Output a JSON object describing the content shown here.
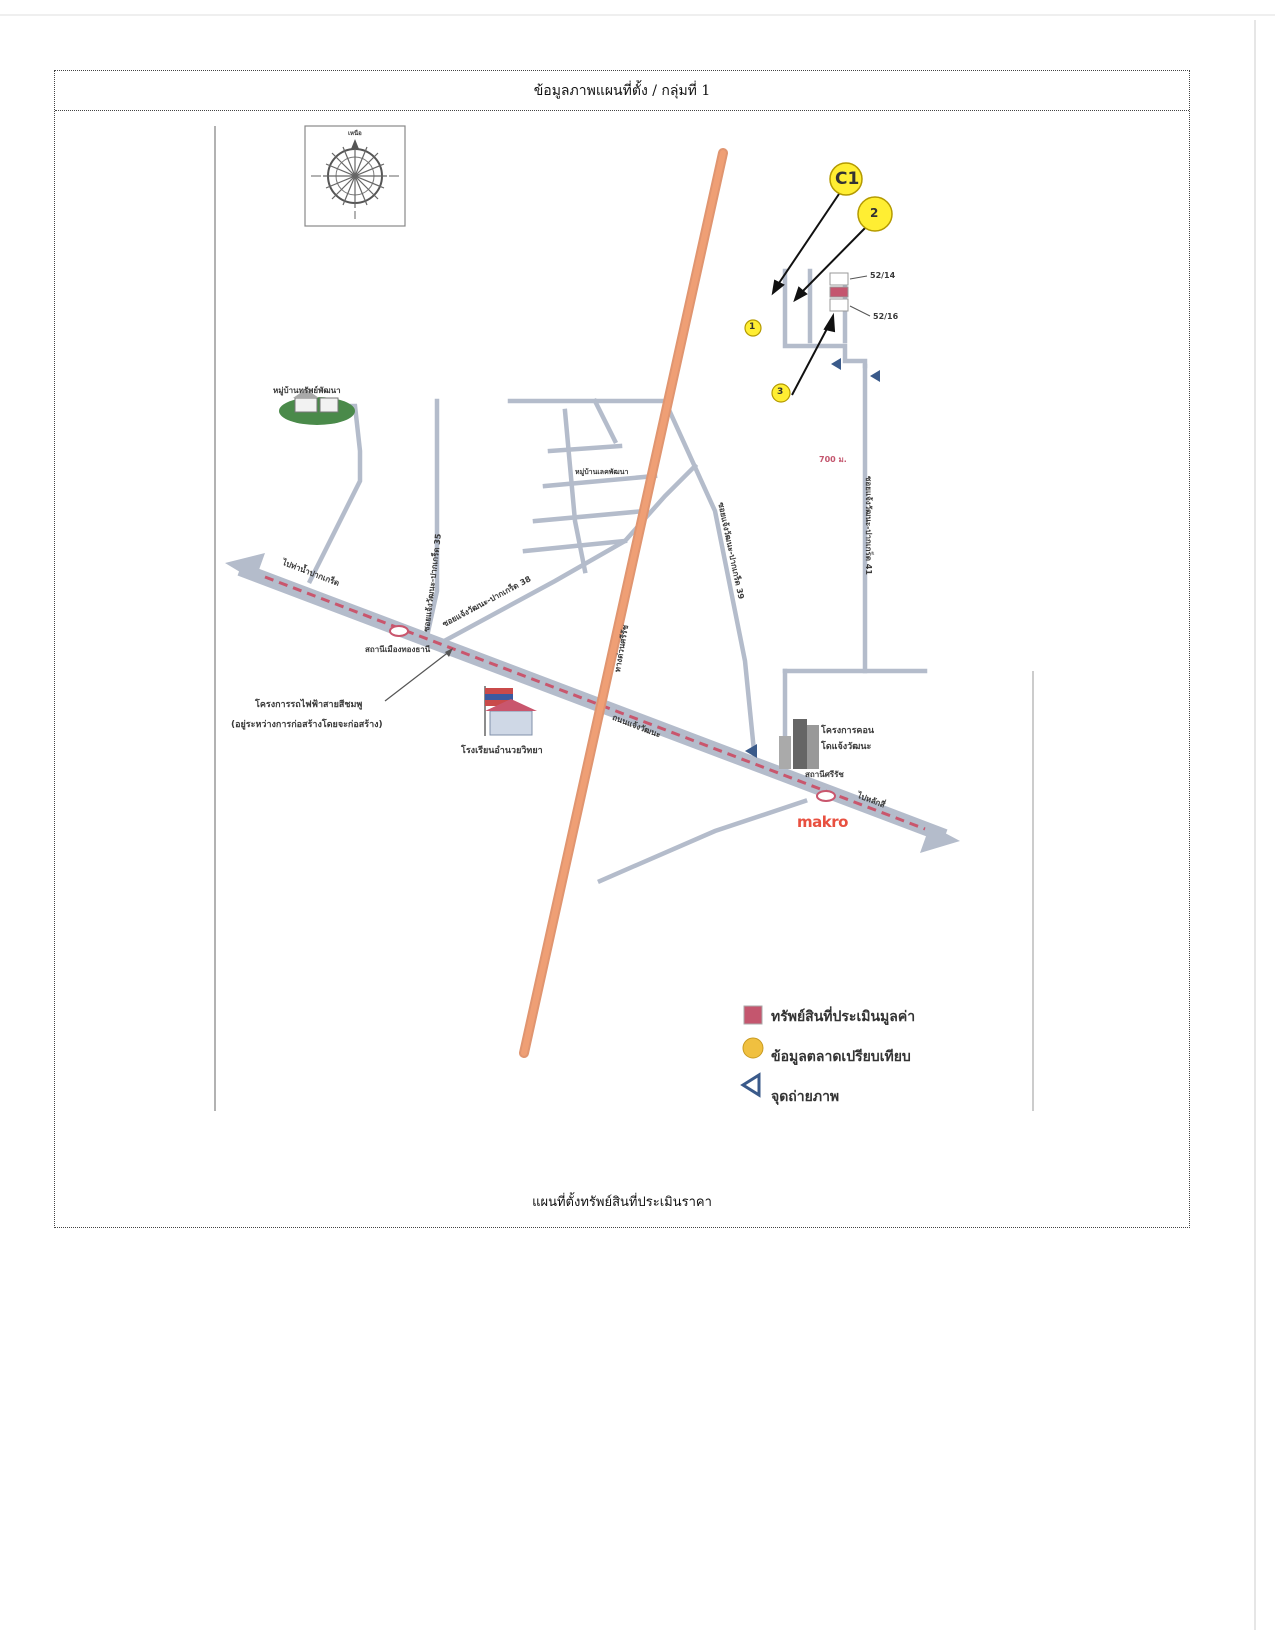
{
  "header": {
    "title": "ข้อมูลภาพแผนที่ตั้ง / กลุ่มที่ 1"
  },
  "caption": "แผนที่ตั้งทรัพย์สินที่ประเมินราคา",
  "compass": {
    "north_label": "เหนือ"
  },
  "markers": {
    "c1": "C1",
    "m2": "2",
    "m1": "1",
    "m3": "3"
  },
  "plots": {
    "plot_a": "52/14",
    "plot_b": "52/16"
  },
  "distance": "700 ม.",
  "road_labels": {
    "soi_41": "ซอยแจ้งวัฒนะ-ปากเกร็ด 41",
    "soi_39": "ซอยแจ้งวัฒนะ-ปากเกร็ด 39",
    "soi_38": "ซอยแจ้งวัฒนะ-ปากเกร็ด 38",
    "soi_35": "ซอยแจ้งวัฒนะ-ปากเกร็ด 35",
    "main_road": "ถนนแจ้งวัฒนะ",
    "expressway": "ทางด่วนศรีรัช",
    "to_pakkret": "ไปท่าน้ำปากเกร็ด",
    "to_laksi": "ไปหลักสี่",
    "housing_village": "หมู่บ้านเลคพัฒนา"
  },
  "landmarks": {
    "village": "หมู่บ้านทรัพย์พัฒนา",
    "station": "สถานีเมืองทองธานี",
    "station2": "สถานีศรีรัช",
    "school": "โรงเรียนอำนวยวิทยา",
    "condo": "โครงการคอนโดแจ้งวัฒนะ",
    "monorail": "โครงการรถไฟฟ้าสายสีชมพู",
    "monorail_note": "(อยู่ระหว่างการก่อสร้างโดยจะก่อสร้าง)",
    "makro": "makro"
  },
  "legend": {
    "items": [
      {
        "icon": "subject-property-square-icon",
        "label": "ทรัพย์สินที่ประเมินมูลค่า",
        "color": "#c4566e"
      },
      {
        "icon": "market-comparable-circle-icon",
        "label": "ข้อมูลตลาดเปรียบเทียบ",
        "color": "#f0c040"
      },
      {
        "icon": "photo-point-icon",
        "label": "จุดถ่ายภาพ",
        "color": "#3a5a8a"
      }
    ]
  },
  "colors": {
    "road": "#aab4c6",
    "expressway": "#e0956a",
    "rail": "#c9566d",
    "marker": "#ffee33",
    "makro": "#e85040"
  }
}
